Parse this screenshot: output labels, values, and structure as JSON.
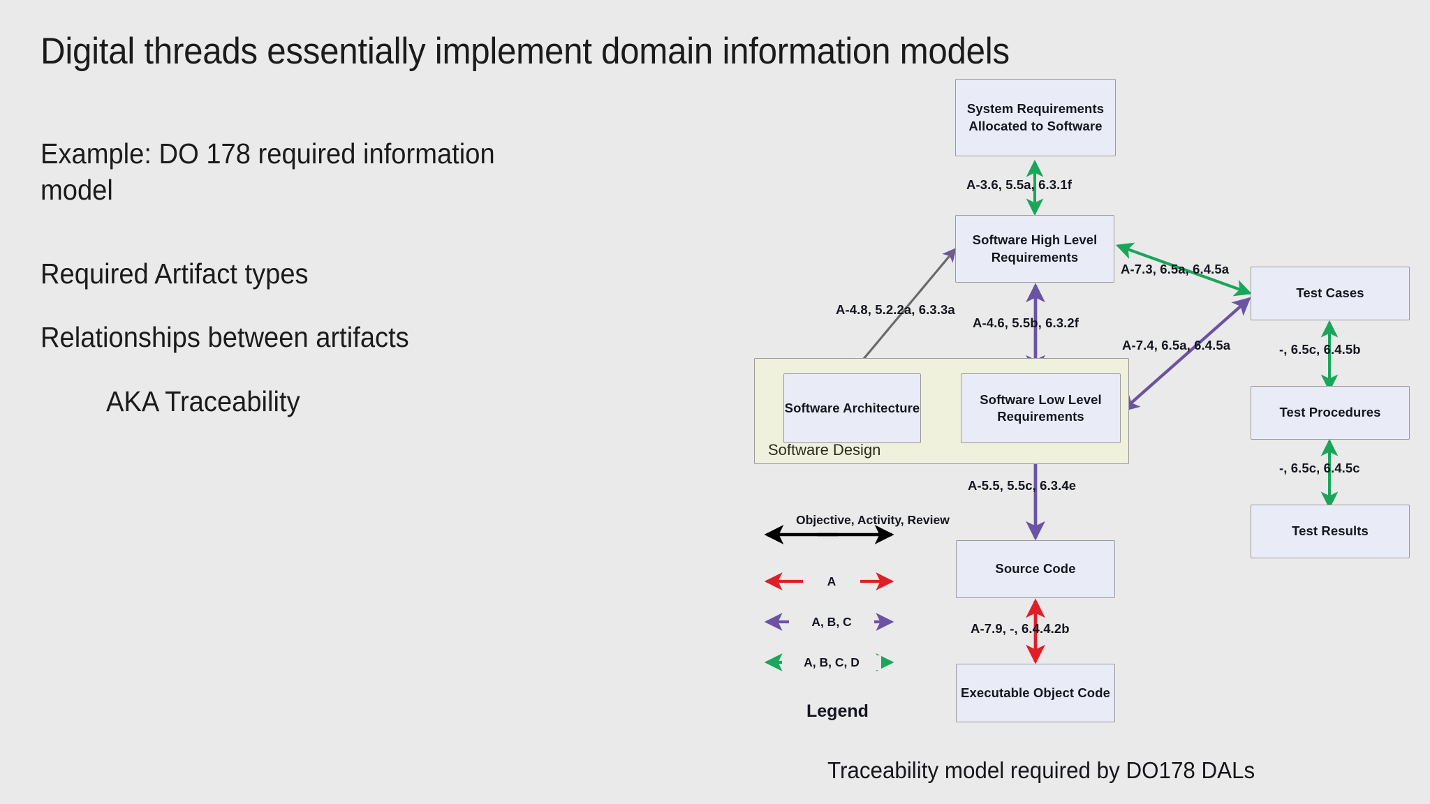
{
  "slide": {
    "title": "Digital threads essentially implement domain information  models",
    "bullets": [
      "Example: DO 178 required information",
      "model",
      "Required Artifact types",
      "Relationships between artifacts",
      "AKA Traceability"
    ],
    "caption": "Traceability model required by DO178 DALs"
  },
  "diagram": {
    "nodes": {
      "system_requirements": "System Requirements Allocated to Software",
      "software_high_level_requirements": "Software High Level Requirements",
      "software_architecture": "Software Architecture",
      "software_low_level_requirements": "Software Low Level Requirements",
      "source_code": "Source Code",
      "executable_object_code": "Executable Object Code",
      "test_cases": "Test Cases",
      "test_procedures": "Test Procedures",
      "test_results": "Test Results"
    },
    "group_label": "Software Design",
    "edge_labels": {
      "sysreq_to_hlr": "A-3.6, 5.5a, 6.3.1f",
      "hlr_to_architecture": "A-4.8, 5.2.2a, 6.3.3a",
      "hlr_to_llr": "A-4.6, 5.5b, 6.3.2f",
      "hlr_to_testcases": "A-7.3, 6.5a, 6.4.5a",
      "llr_to_testcases": "A-7.4, 6.5a, 6.4.5a",
      "testcases_to_testprocedures": "-, 6.5c, 6.4.5b",
      "testprocedures_to_testresults": "-, 6.5c, 6.4.5c",
      "llr_to_sourcecode": "A-5.5, 5.5c, 6.3.4e",
      "sourcecode_to_eoc": "A-7.9, -, 6.4.4.2b"
    }
  },
  "legend": {
    "title": "Legend",
    "header": "Objective, Activity, Review",
    "entries": [
      {
        "label": "A",
        "color": "#e01e28"
      },
      {
        "label": "A, B, C",
        "color": "#6b53a4"
      },
      {
        "label": "A, B, C, D",
        "color": "#19a65a"
      }
    ],
    "header_color": "#000000"
  },
  "colors": {
    "background": "#eaeaea",
    "node_fill": "#e9ecf7",
    "node_border": "#9a9a9a",
    "group_fill": "#eff1dd",
    "green": "#19a65a",
    "purple": "#6b53a4",
    "red": "#e01e28",
    "dashed_gray": "#6a6a6a"
  }
}
